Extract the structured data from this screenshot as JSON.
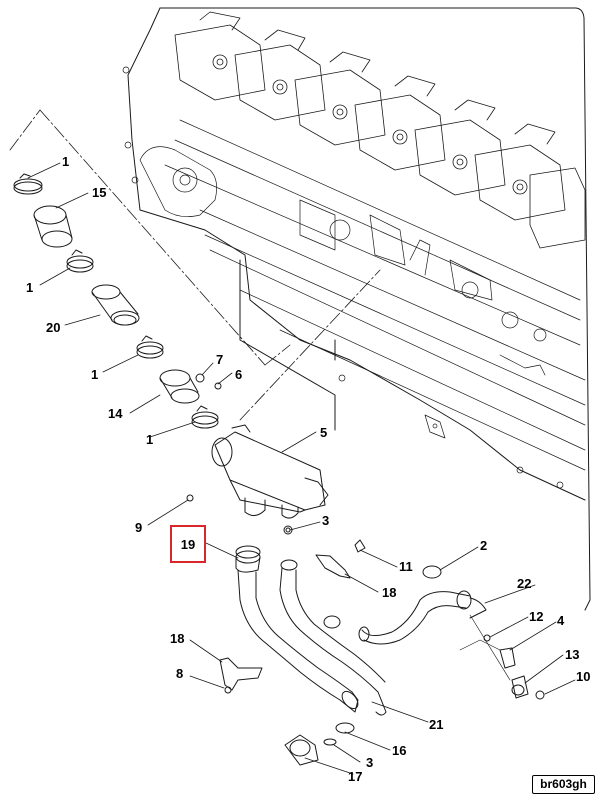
{
  "callouts": {
    "c1a": "1",
    "c15": "15",
    "c1b": "1",
    "c20": "20",
    "c1c": "1",
    "c14": "14",
    "c1d": "1",
    "c7": "7",
    "c6": "6",
    "c5": "5",
    "c9": "9",
    "c3a": "3",
    "c19": "19",
    "c2": "2",
    "c11": "11",
    "c18a": "18",
    "c22": "22",
    "c12": "12",
    "c4": "4",
    "c13": "13",
    "c18b": "18",
    "c8": "8",
    "c10": "10",
    "c21": "21",
    "c16": "16",
    "c3b": "3",
    "c17": "17"
  },
  "highlighted_callout": "19",
  "figure_ref": "br603gh",
  "colors": {
    "highlight": "#d9272e",
    "line": "#1a1a1a"
  }
}
